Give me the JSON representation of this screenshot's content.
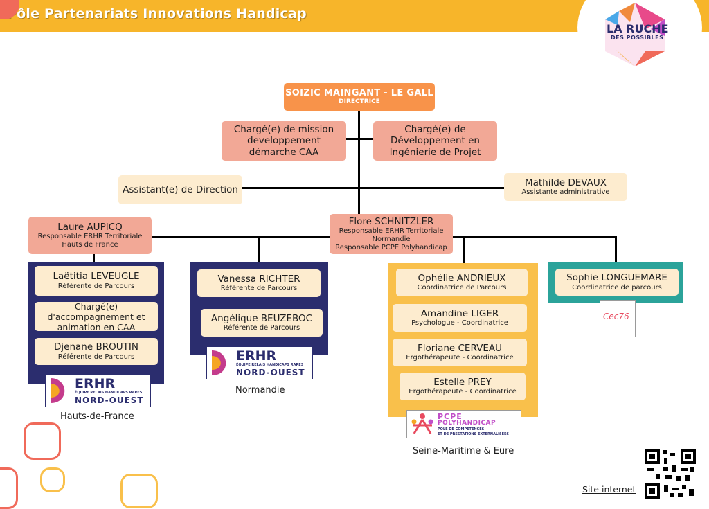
{
  "header": {
    "title": "Pôle Partenariats Innovations Handicap",
    "logo_line1": "LA RUCHE",
    "logo_line2": "DES POSSIBLES"
  },
  "director": {
    "name": "SOIZIC MAINGANT - LE GALL",
    "role": "DIRECTRICE"
  },
  "staff": {
    "mission": "Chargé(e) de mission developpement démarche CAA",
    "developpement": "Chargé(e) de Développement en Ingénierie de Projet",
    "assistant_direction": "Assistant(e) de Direction",
    "mathilde_name": "Mathilde DEVAUX",
    "mathilde_role": "Assistante administrative"
  },
  "laure": {
    "name": "Laure AUPICQ",
    "role1": "Responsable ERHR Territoriale",
    "role2": "Hauts de France"
  },
  "flore": {
    "name": "Flore SCHNITZLER",
    "role1": "Responsable ERHR Territoriale",
    "role2": "Normandie",
    "role3": "Responsable PCPE Polyhandicap"
  },
  "hdf": {
    "p1_name": "Laëtitia LEVEUGLE",
    "p1_role": "Référente de Parcours",
    "p2_text": "Chargé(e) d'accompagnement et animation en CAA",
    "p3_name": "Djenane BROUTIN",
    "p3_role": "Référente  de Parcours",
    "region": "Hauts-de-France"
  },
  "normandie": {
    "p1_name": "Vanessa RICHTER",
    "p1_role": "Référente de Parcours",
    "p2_name": "Angélique BEUZEBOC",
    "p2_role": "Référente de Parcours",
    "region": "Normandie"
  },
  "seine": {
    "p1_name": "Ophélie ANDRIEUX",
    "p1_role": "Coordinatrice de Parcours",
    "p2_name": "Amandine LIGER",
    "p2_role": "Psychologue - Coordinatrice",
    "p3_name": "Floriane CERVEAU",
    "p3_role": "Ergothérapeute - Coordinatrice",
    "p4_name": "Estelle PREY",
    "p4_role": "Ergothérapeute - Coordinatrice",
    "region": "Seine-Maritime & Eure"
  },
  "sophie": {
    "name": "Sophie LONGUEMARE",
    "role": "Coordinatrice de parcours"
  },
  "erhr_logo": {
    "big": "ERHR",
    "small": "ÉQUIPE RELAIS HANDICAPS RARES",
    "region": "NORD-OUEST"
  },
  "pcpe_logo": {
    "line1": "PCPE",
    "line2": "POLYHANDICAP",
    "line3": "PÔLE DE COMPÉTENCES",
    "line4": "ET DE PRESTATIONS EXTERNALISÉES"
  },
  "cec_logo": {
    "text": "Cec76"
  },
  "footer": {
    "site_link": "Site internet"
  },
  "colors": {
    "banner": "#f7b52a",
    "navy": "#2b2d6e",
    "teal": "#2ba39a",
    "yellow": "#f9c04b",
    "salmon": "#f2a896",
    "cream": "#fdeccf",
    "director": "#f8934a"
  }
}
